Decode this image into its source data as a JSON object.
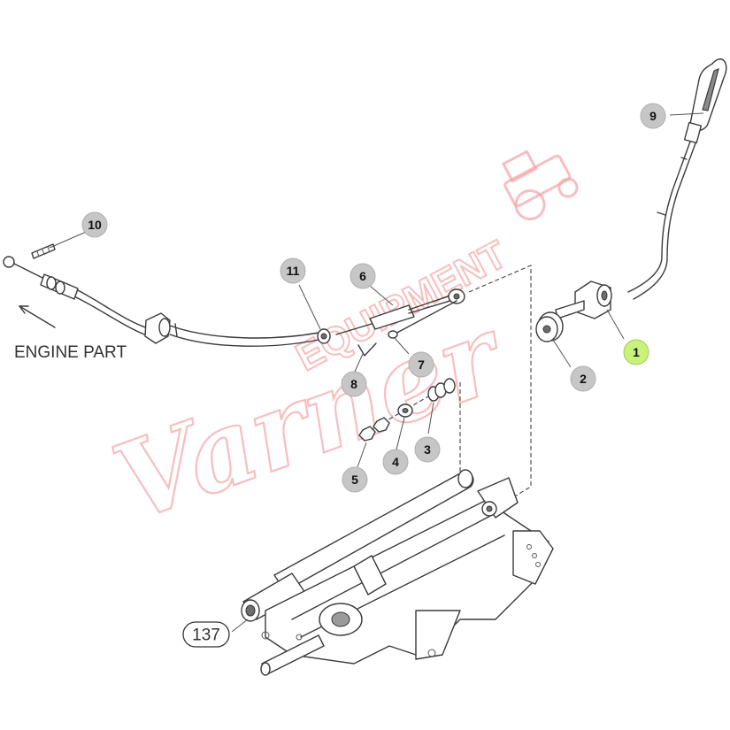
{
  "diagram": {
    "callouts": [
      "1",
      "2",
      "3",
      "4",
      "5",
      "6",
      "7",
      "8",
      "9",
      "10",
      "11"
    ],
    "highlighted_callout": "1",
    "reference_label": "137",
    "engine_label": "ENGINE PART"
  },
  "watermark": {
    "script_text": "Varner",
    "block_text": "EQUIPMENT",
    "logo": "tractor-logo"
  },
  "colors": {
    "callout_fill": "#c6c6c6",
    "highlight_fill": "#c9f27a",
    "watermark": "#f4a3a6"
  }
}
